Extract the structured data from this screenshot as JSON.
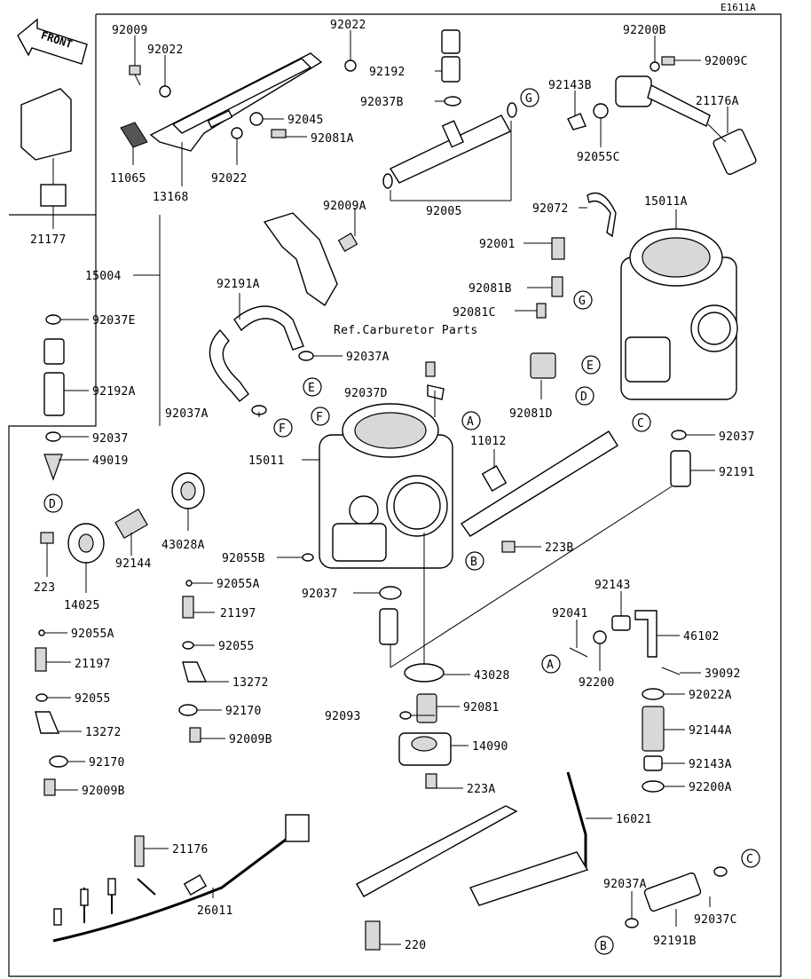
{
  "diagram_id": "E1611A",
  "front_label": "FRONT",
  "ref_note": "Ref.Carburetor Parts",
  "callouts": {
    "p92009": "92009",
    "p92022_a": "92022",
    "p92022_b": "92022",
    "p92022_c": "92022",
    "p92045": "92045",
    "p92081A": "92081A",
    "p11065": "11065",
    "p13168": "13168",
    "p92192": "92192",
    "p92037B": "92037B",
    "p92005": "92005",
    "p92009A": "92009A",
    "p92200B": "92200B",
    "p92009C": "92009C",
    "p92143B": "92143B",
    "p21176A": "21176A",
    "p92055C": "92055C",
    "p92072": "92072",
    "p15011A": "15011A",
    "p92001": "92001",
    "p92081B": "92081B",
    "p92081C": "92081C",
    "p92081D": "92081D",
    "p92037_r1": "92037",
    "p92191": "92191",
    "p21177": "21177",
    "p15004": "15004",
    "p92191A": "92191A",
    "p92037E": "92037E",
    "p92192A": "92192A",
    "p92037A_a": "92037A",
    "p92037D": "92037D",
    "p92037A_b": "92037A",
    "p15011": "15011",
    "p11012": "11012",
    "p92037_l": "92037",
    "p49019": "49019",
    "p43028A": "43028A",
    "p223B": "223B",
    "p92144": "92144",
    "p223": "223",
    "p14025": "14025",
    "p92055B": "92055B",
    "p92037_c": "92037",
    "p92055A_a": "92055A",
    "p21197_a": "21197",
    "p92055A_b": "92055A",
    "p21197_b": "21197",
    "p92055_a": "92055",
    "p92055_b": "92055",
    "p13272_a": "13272",
    "p13272_b": "13272",
    "p92170_a": "92170",
    "p92170_b": "92170",
    "p92009B_a": "92009B",
    "p92009B_b": "92009B",
    "p92143": "92143",
    "p92041": "92041",
    "p46102": "46102",
    "p92200": "92200",
    "p39092": "39092",
    "p43028": "43028",
    "p92093": "92093",
    "p92081": "92081",
    "p14090": "14090",
    "p223A": "223A",
    "p92022A": "92022A",
    "p92144A": "92144A",
    "p92143A": "92143A",
    "p92200A": "92200A",
    "p16021": "16021",
    "p21176": "21176",
    "p26011": "26011",
    "p220": "220",
    "p92037A_c": "92037A",
    "p92037C": "92037C",
    "p92191B": "92191B"
  },
  "ref_markers": {
    "G1": "G",
    "G2": "G",
    "E1": "E",
    "E2": "E",
    "F1": "F",
    "F2": "F",
    "A1": "A",
    "A2": "A",
    "B1": "B",
    "B2": "B",
    "C1": "C",
    "C2": "C",
    "D1": "D",
    "D2": "D"
  }
}
